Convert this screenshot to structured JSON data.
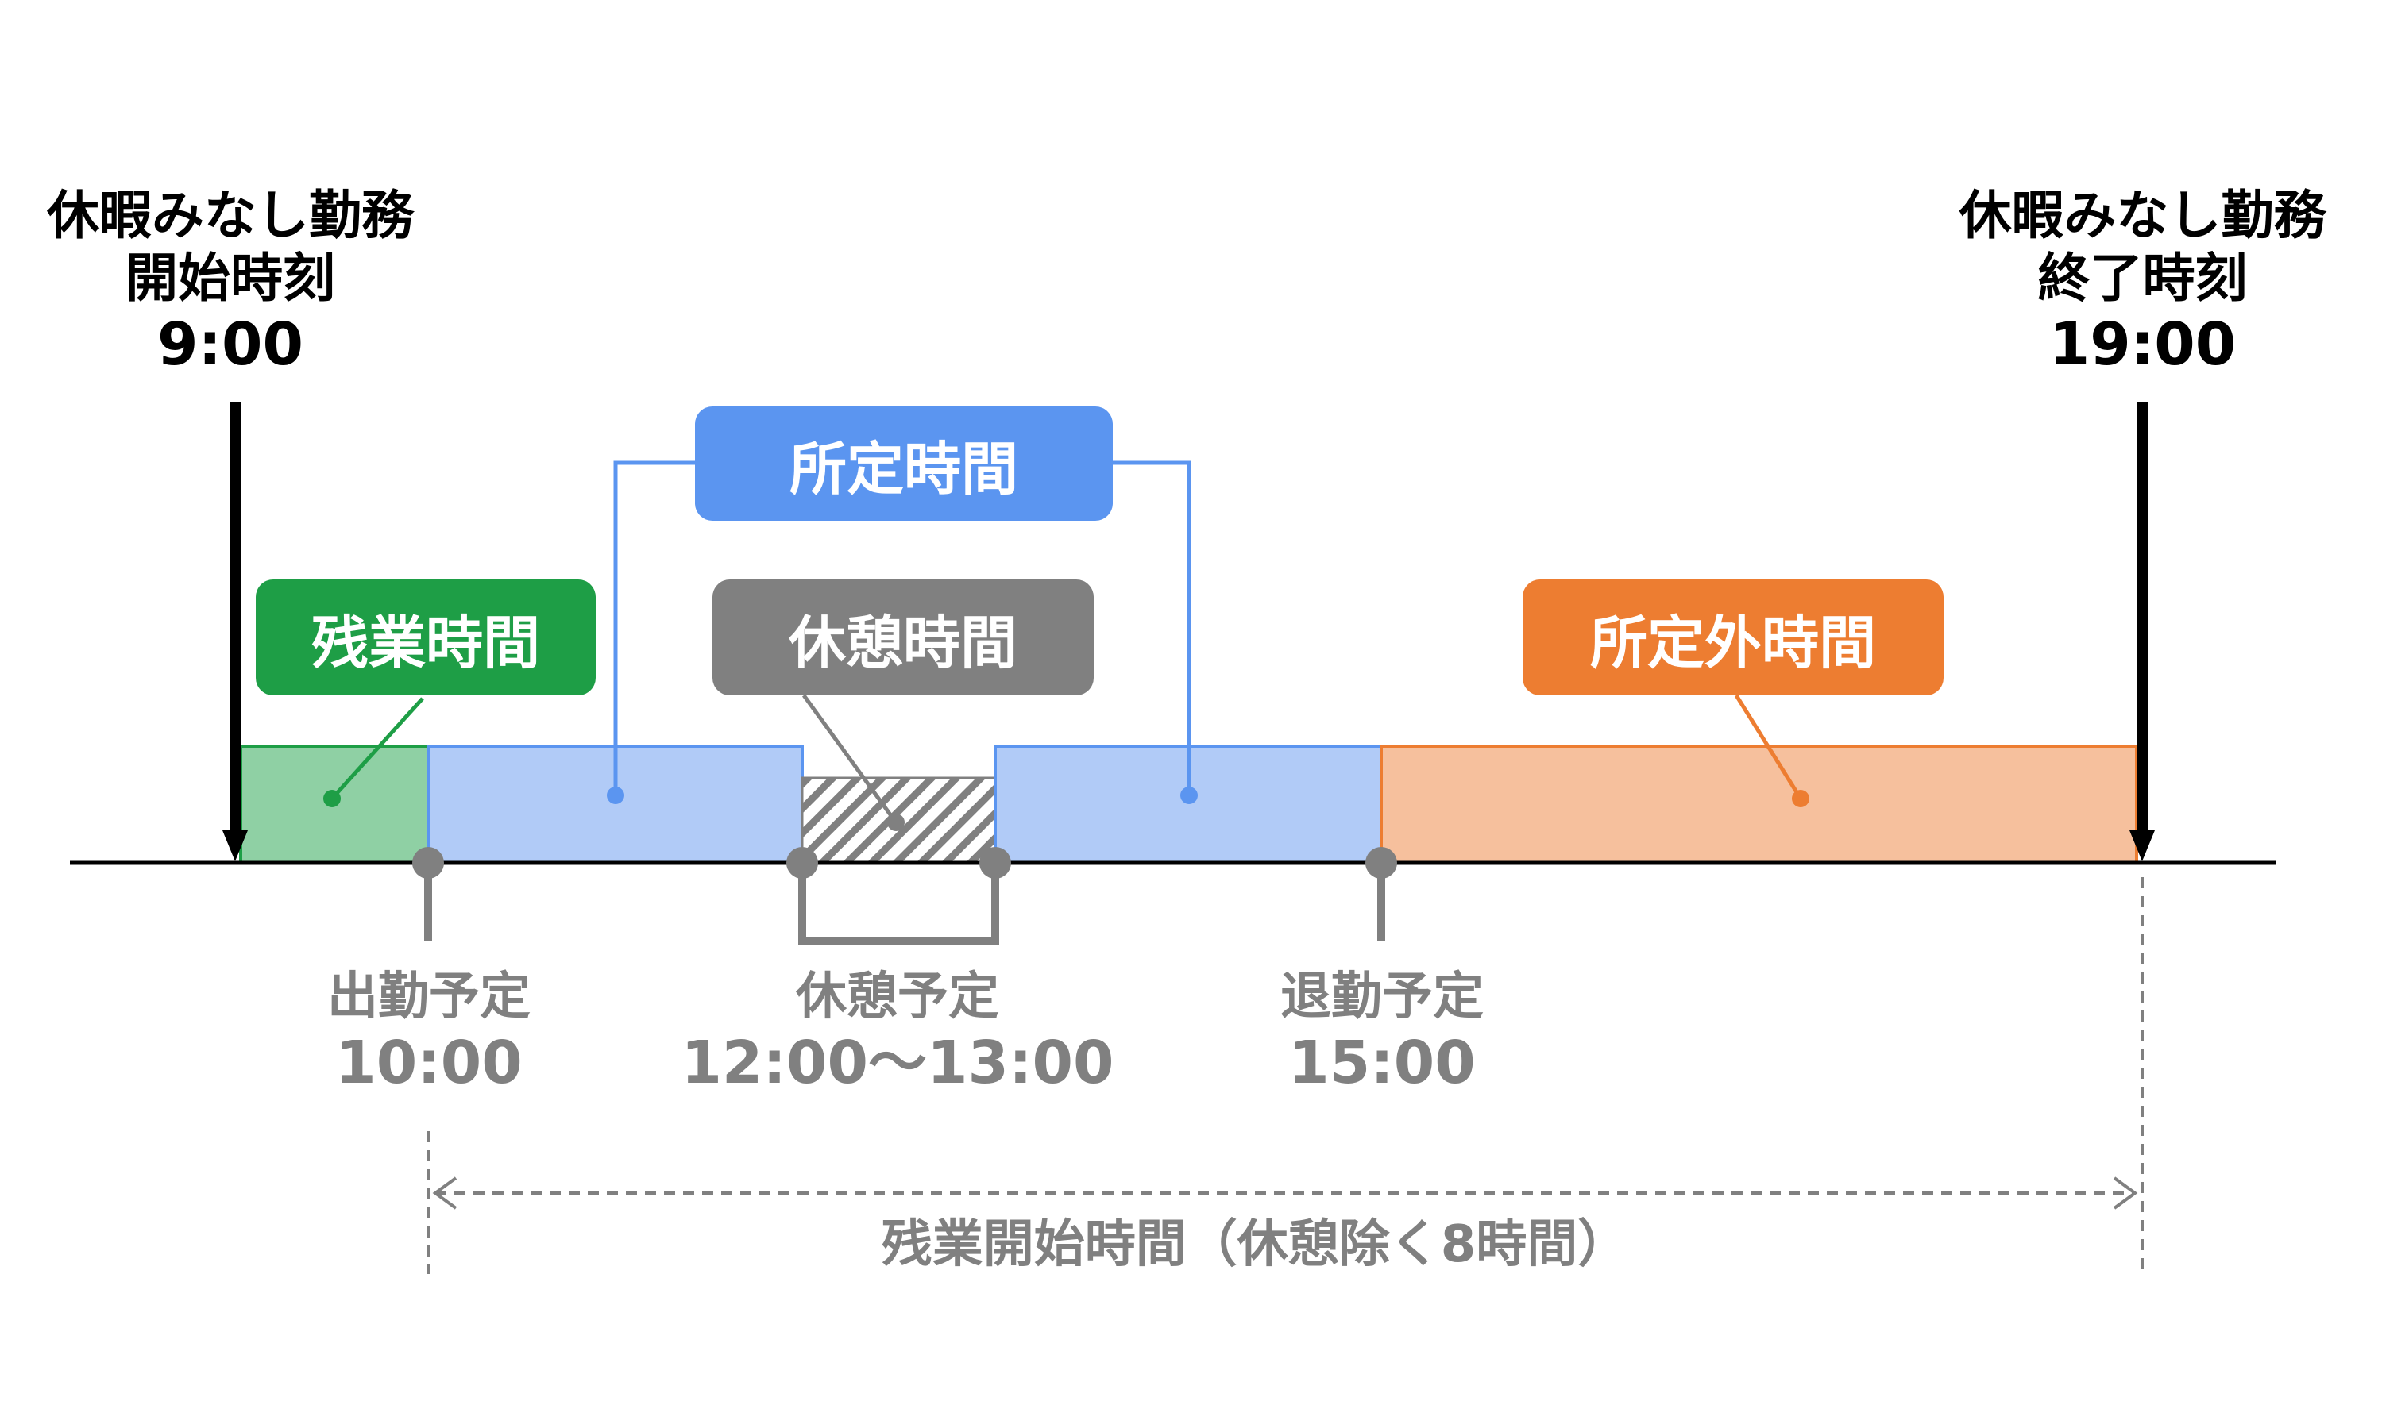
{
  "colors": {
    "green": "#1e9e46",
    "green_fill": "#8fd0a4",
    "blue": "#5b95f0",
    "blue_fill": "#b1cbf7",
    "gray": "#808080",
    "orange": "#ed7d31",
    "orange_fill": "#f6c09d",
    "black": "#000000"
  },
  "start": {
    "line1": "休暇みなし勤務",
    "line2": "開始時刻",
    "time": "9:00"
  },
  "end": {
    "line1": "休暇みなし勤務",
    "line2": "終了時刻",
    "time": "19:00"
  },
  "tags": {
    "shotei": "所定時間",
    "zangyo": "残業時間",
    "kyukei": "休憩時間",
    "shoteigai": "所定外時間"
  },
  "markers": {
    "shukkin": {
      "label": "出勤予定",
      "time": "10:00"
    },
    "kyukei": {
      "label": "休憩予定",
      "time": "12:00〜13:00"
    },
    "taikin": {
      "label": "退勤予定",
      "time": "15:00"
    }
  },
  "span_label": "残業開始時間（休憩除く8時間）"
}
